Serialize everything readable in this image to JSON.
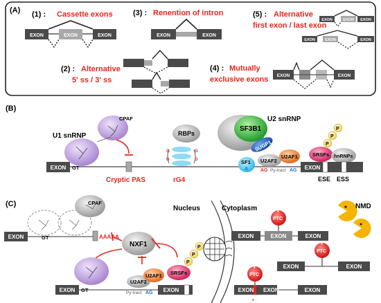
{
  "panelA": {
    "label": "(A)",
    "t1_num": "(1) :",
    "t1_text": "Cassette exons",
    "t2_num": "(2) :",
    "t2_text_line1": "Alternative",
    "t2_text_line2": "5' ss / 3' ss",
    "t3_num": "(3) :",
    "t3_text": "Renention of intron",
    "t4_num": "(4) :",
    "t4_text_line1": "Mutually",
    "t4_text_line2": "exclusive exons",
    "t5_num": "(5) :",
    "t5_text_line1": "Alternative",
    "t5_text_line2": "first exon / last exon",
    "exon": "EXON"
  },
  "panelB": {
    "label": "(B)",
    "u1": "U1 snRNP",
    "cpaf": "CPAF",
    "rbps": "RBPs",
    "u2": "U2 snRNP",
    "sf3b1": "SF3B1",
    "sugp1": "SUGP1",
    "sf1": "SF1",
    "sf1_a": "A",
    "u2af2": "U2AF2",
    "u2af1": "U2AF1",
    "srsfs": "SRSFs",
    "hnrnps": "hnRNPs",
    "p": "P",
    "exon": "EXON",
    "gt": "GT",
    "cryptic_pas": "Cryptic PAS",
    "rg4": "rG4",
    "g": "G",
    "ag": "AG",
    "pytract": "Py-tract",
    "ese": "ESE",
    "ess": "ESS"
  },
  "panelC": {
    "label": "(C)",
    "cpaf": "CPAF",
    "exon": "EXON",
    "gt": "GT",
    "aaaaa": "AAAAA",
    "nxf1": "NXF1",
    "u2af2": "U2AF2",
    "u2af1": "U2AF1",
    "srsfs": "SRSFs",
    "p": "P",
    "pytract": "Py-tract",
    "ag": "AG",
    "nucleus": "Nucleus",
    "cytoplasm": "Cytoplasm",
    "ptc": "PTC",
    "ptc_mark": "*",
    "nmd": "NMD"
  },
  "colors": {
    "red": "#e8251c",
    "exon_dark": "#4a4a4a",
    "exon_light": "#a8a8a8",
    "purple": "#b89ad8",
    "green": "#3ec43a",
    "blue": "#1f6fd0",
    "orange": "#f08a3c",
    "pink": "#e0407a",
    "yellow": "#f5e07a",
    "cyan": "#5ed0f0",
    "nmd_yellow": "#f5b400"
  }
}
